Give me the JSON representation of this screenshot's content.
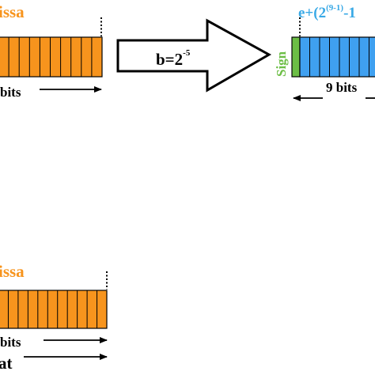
{
  "top_left": {
    "title": "issa",
    "bits_label": "bits",
    "cell_count": 10
  },
  "arrow": {
    "label_base": "b=2",
    "label_exp": "-5"
  },
  "top_right": {
    "title_prefix": "e+(2",
    "title_exp": "(9-1)",
    "title_suffix": "-1",
    "sign_label": "Sign",
    "bits_label": "9 bits",
    "cell_count": 8
  },
  "bottom_left": {
    "title": "issa",
    "bits_label": "bits",
    "cut_label": "at",
    "cell_count": 11
  },
  "colors": {
    "mantissa_fill": "#F7941D",
    "mantissa_text": "#F7941D",
    "exponent_fill": "#3FA0F0",
    "exponent_text": "#39A9E6",
    "sign_fill": "#6CBE45",
    "sign_text": "#6CBE45",
    "stroke": "#000000"
  }
}
